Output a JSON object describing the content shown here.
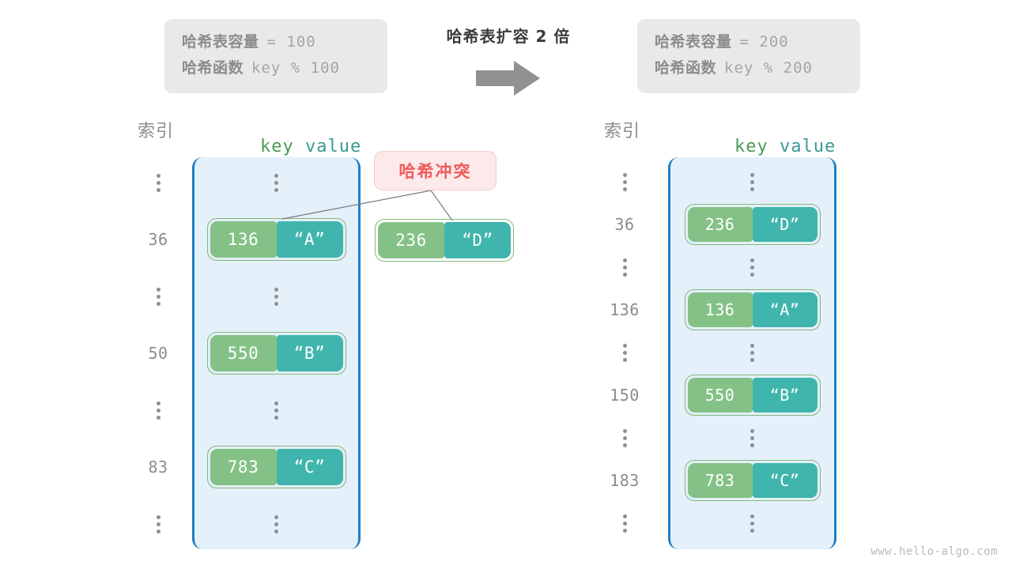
{
  "title": "哈希表扩容 2 倍",
  "arrow_icon": "right-arrow-icon",
  "watermark": "www.hello-algo.com",
  "colors": {
    "key_fill": "#84c186",
    "value_fill": "#40b5ad",
    "bucket_fill": "#e4f0fa",
    "bucket_border": "#1f7ec4",
    "badge_fill": "#fce9e9",
    "badge_text": "#ef5a5a",
    "info_fill": "#e9e9e9",
    "index_text": "#8c8c8c"
  },
  "info_left": {
    "capacity_label": "哈希表容量",
    "capacity_value": "= 100",
    "function_label": "哈希函数",
    "function_value": "key % 100"
  },
  "info_right": {
    "capacity_label": "哈希表容量",
    "capacity_value": "= 200",
    "function_label": "哈希函数",
    "function_value": "key % 200"
  },
  "headers": {
    "index": "索引",
    "key": "key",
    "value": "value"
  },
  "collision": {
    "badge_label": "哈希冲突",
    "pair": {
      "key": "236",
      "value": "“D”"
    }
  },
  "left_table": {
    "rows": [
      {
        "index": "⋮",
        "type": "dots"
      },
      {
        "index": "36",
        "type": "pair",
        "key": "136",
        "value": "“A”"
      },
      {
        "index": "⋮",
        "type": "dots"
      },
      {
        "index": "50",
        "type": "pair",
        "key": "550",
        "value": "“B”"
      },
      {
        "index": "⋮",
        "type": "dots"
      },
      {
        "index": "83",
        "type": "pair",
        "key": "783",
        "value": "“C”"
      },
      {
        "index": "⋮",
        "type": "dots"
      }
    ]
  },
  "right_table": {
    "rows": [
      {
        "index": "⋮",
        "type": "dots"
      },
      {
        "index": "36",
        "type": "pair",
        "key": "236",
        "value": "“D”"
      },
      {
        "index": "⋮",
        "type": "dots"
      },
      {
        "index": "136",
        "type": "pair",
        "key": "136",
        "value": "“A”"
      },
      {
        "index": "⋮",
        "type": "dots"
      },
      {
        "index": "150",
        "type": "pair",
        "key": "550",
        "value": "“B”"
      },
      {
        "index": "⋮",
        "type": "dots"
      },
      {
        "index": "183",
        "type": "pair",
        "key": "783",
        "value": "“C”"
      },
      {
        "index": "⋮",
        "type": "dots"
      }
    ]
  }
}
